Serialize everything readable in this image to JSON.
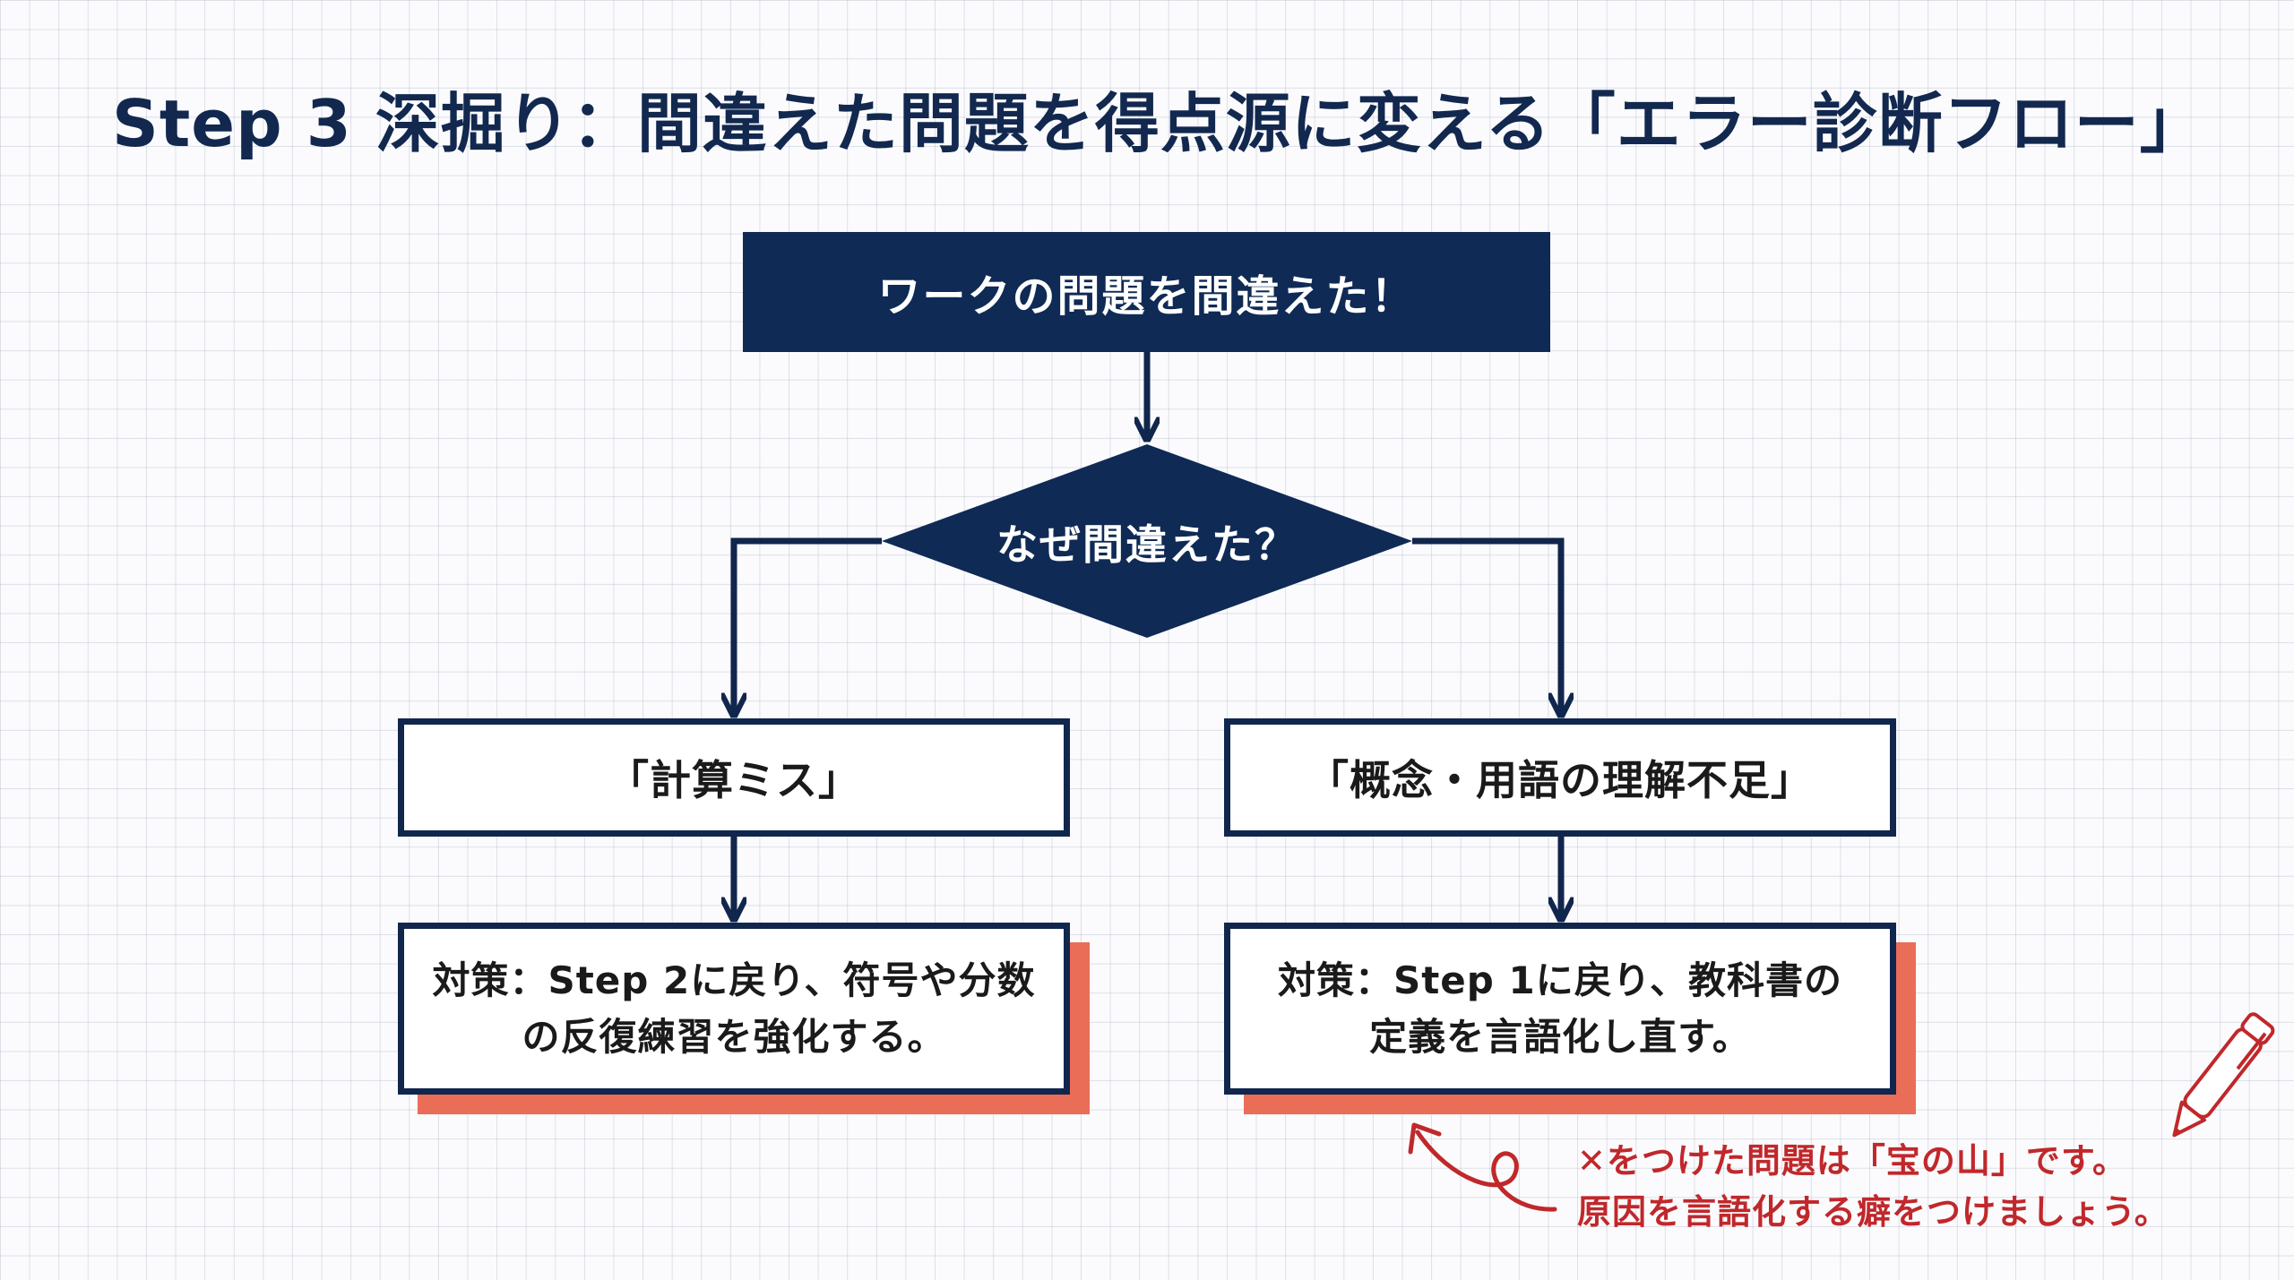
{
  "title": "Step 3 深掘り：間違えた問題を得点源に変える「エラー診断フロー」",
  "flow": {
    "start": "ワークの問題を間違えた！",
    "decision": "なぜ間違えた？",
    "branches": [
      {
        "cause": "「計算ミス」",
        "action_line1": "対策：Step 2に戻り、符号や分数",
        "action_line2": "の反復練習を強化する。"
      },
      {
        "cause": "「概念・用語の理解不足」",
        "action_line1": "対策：Step 1に戻り、教科書の",
        "action_line2": "定義を言語化し直す。"
      }
    ]
  },
  "note": {
    "line1": "✕をつけた問題は「宝の山」です。",
    "line2": "原因を言語化する癖をつけましょう。"
  },
  "colors": {
    "navy": "#0f2a55",
    "accent_shadow": "#ea6d58",
    "note_red": "#c0282b"
  }
}
